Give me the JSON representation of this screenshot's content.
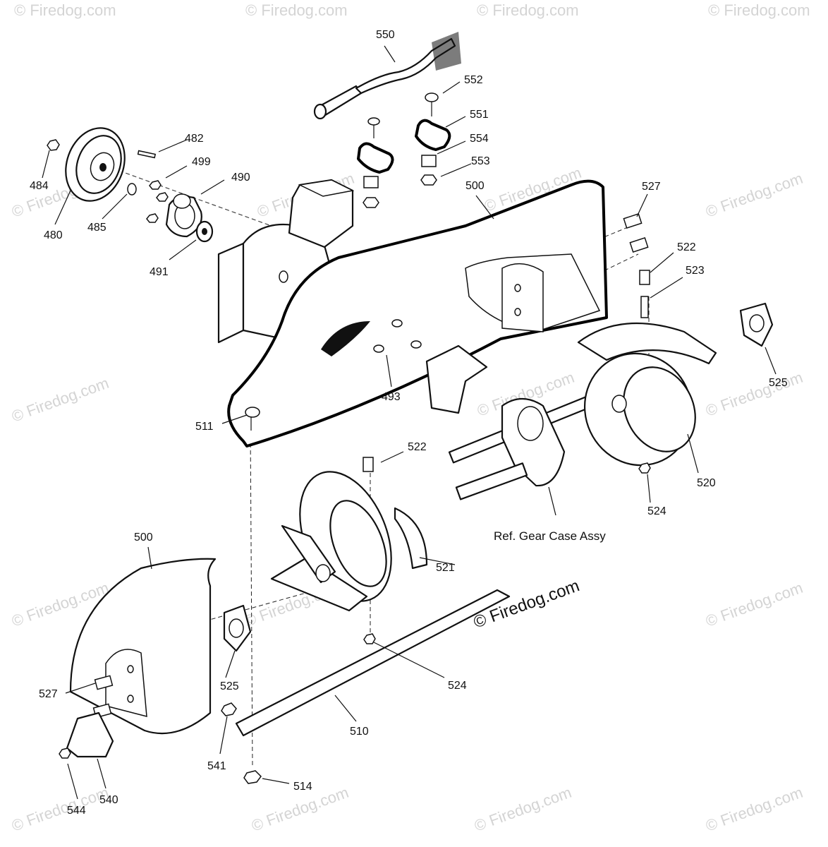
{
  "diagram": {
    "callouts": {
      "c550": "550",
      "c552": "552",
      "c551": "551",
      "c554": "554",
      "c553": "553",
      "c482": "482",
      "c499": "499",
      "c490": "490",
      "c484": "484",
      "c480": "480",
      "c485": "485",
      "c491": "491",
      "c500a": "500",
      "c527a": "527",
      "c522a": "522",
      "c523": "523",
      "c525a": "525",
      "c493": "493",
      "c511": "511",
      "c522b": "522",
      "c520": "520",
      "c524a": "524",
      "c521": "521",
      "c500b": "500",
      "c525b": "525",
      "c527b": "527",
      "c524b": "524",
      "c510": "510",
      "c541": "541",
      "c514": "514",
      "c540": "540",
      "c544": "544"
    },
    "note_gear_case": "Ref. Gear Case Assy",
    "watermark_main": "© Firedog.com",
    "watermark_tile": "© Firedog.com"
  }
}
